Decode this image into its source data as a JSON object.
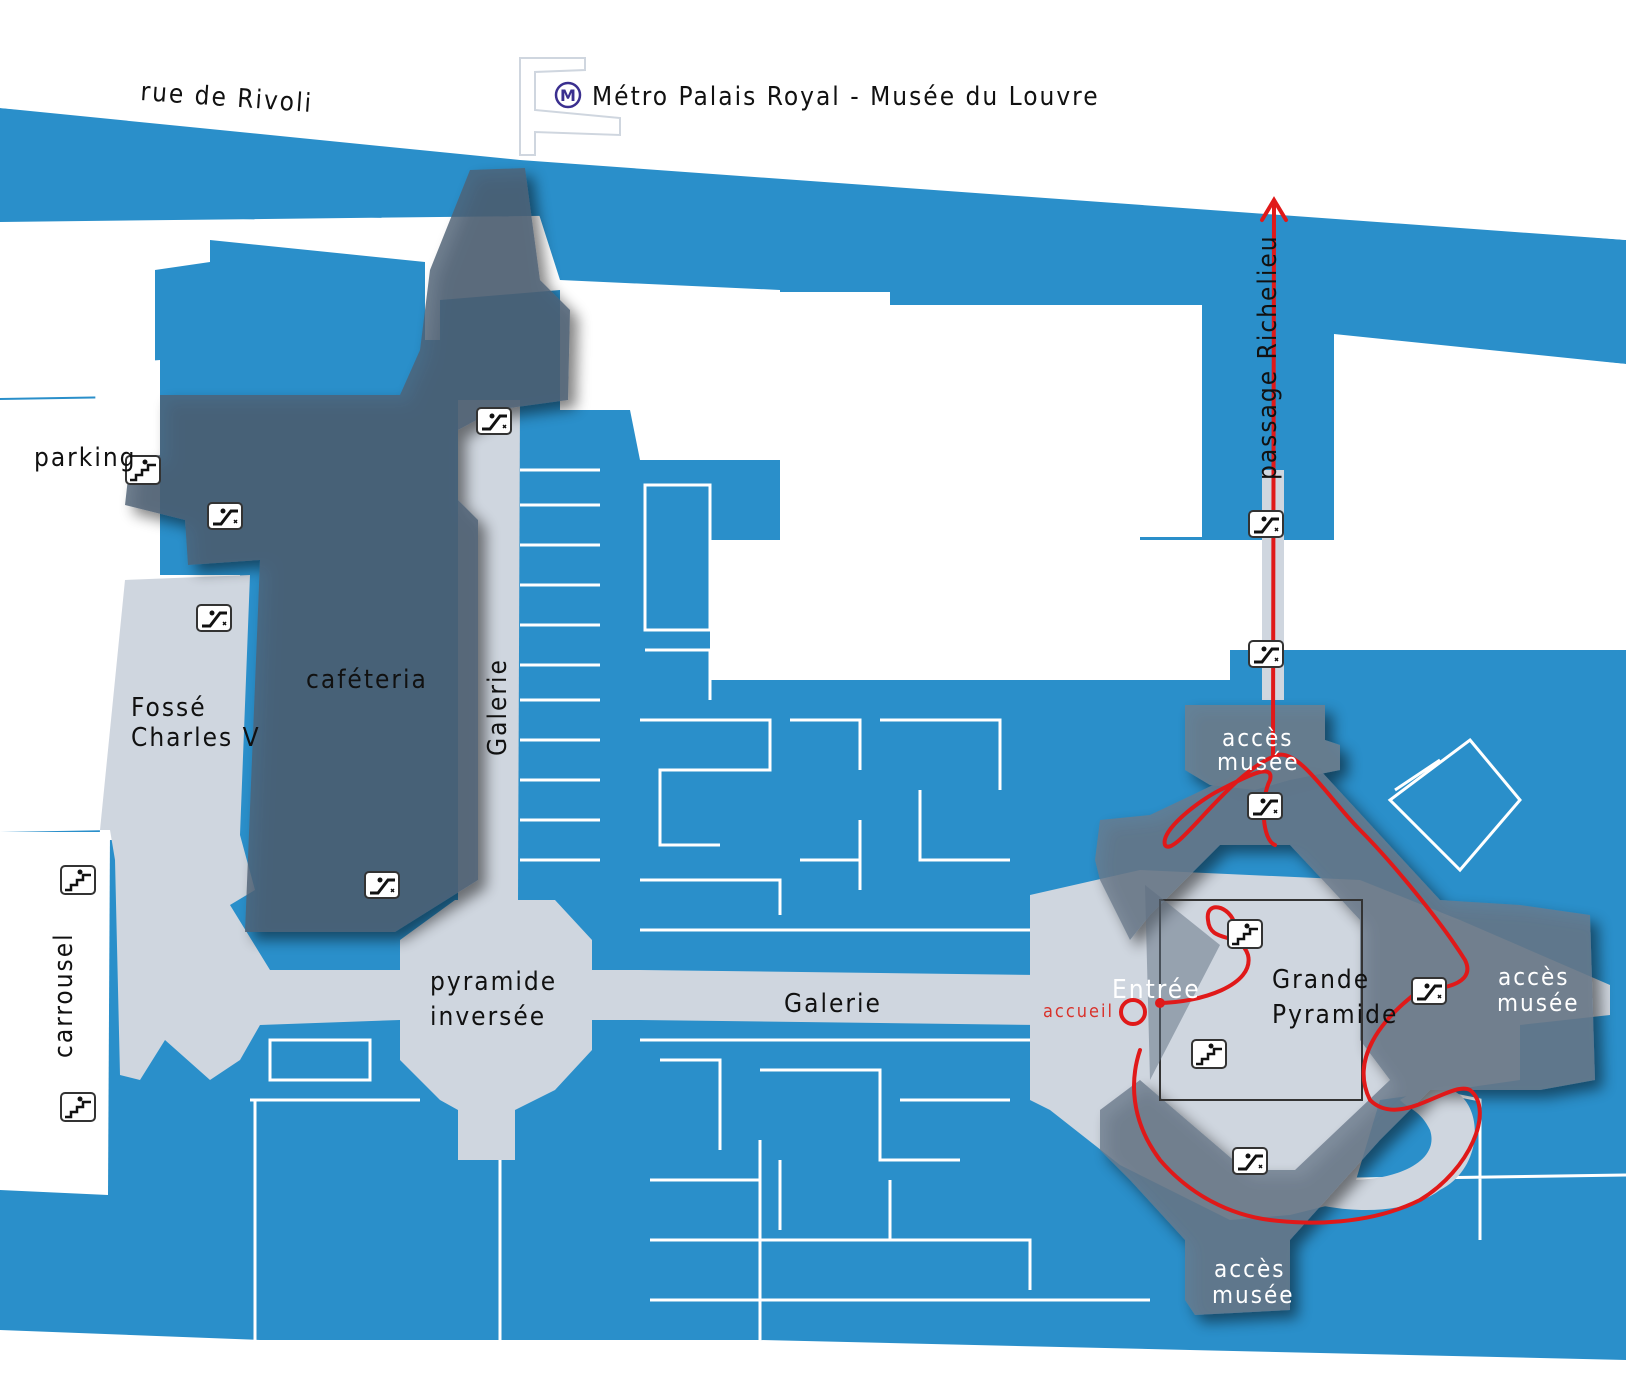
{
  "map": {
    "colors": {
      "building": "#2a8fca",
      "corridor": "#cfd6df",
      "dark_zone": "#5d6e80",
      "route": "#e01919",
      "background": "#ffffff"
    },
    "labels": {
      "rue_de_rivoli": "rue de Rivoli",
      "metro_icon": "M",
      "metro": "Métro Palais Royal - Musée du Louvre",
      "passage_richelieu": "passage Richelieu",
      "parking": "parking",
      "cafeteria": "caféteria",
      "galerie_vertical": "Galerie",
      "fosse_line1": "Fossé",
      "fosse_line2": "Charles V",
      "carrousel": "carrousel",
      "pyramide_line1": "pyramide",
      "pyramide_line2": "inversée",
      "galerie_main": "Galerie",
      "acces_north_line1": "accès",
      "acces_north_line2": "musée",
      "acces_east_line1": "accès",
      "acces_east_line2": "musée",
      "acces_south_line1": "accès",
      "acces_south_line2": "musée",
      "entree": "Entrée",
      "accueil": "accueil",
      "grande_line1": "Grande",
      "grande_line2": "Pyramide"
    },
    "icons": {
      "escalator": "escalator-icon",
      "stairs": "stairs-icon",
      "accueil": "info-point-icon",
      "metro": "metro-icon"
    }
  }
}
